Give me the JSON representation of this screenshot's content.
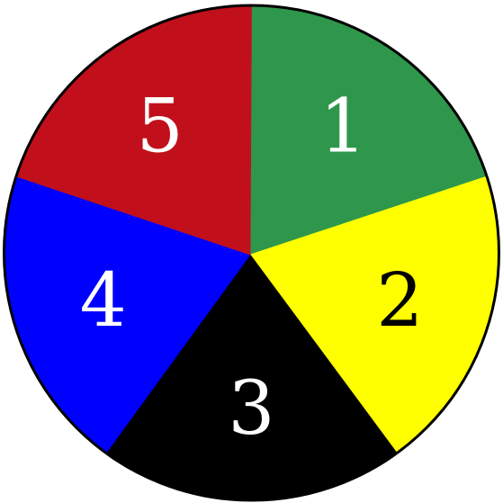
{
  "spinner": {
    "sectors": [
      {
        "label": "1",
        "fill": "#2e974b",
        "text_color": "#ffffff"
      },
      {
        "label": "2",
        "fill": "#ffff00",
        "text_color": "#000000"
      },
      {
        "label": "3",
        "fill": "#000000",
        "text_color": "#ffffff"
      },
      {
        "label": "4",
        "fill": "#0000ff",
        "text_color": "#ffffff"
      },
      {
        "label": "5",
        "fill": "#c1101c",
        "text_color": "#ffffff"
      }
    ],
    "outline_color": "#000000"
  }
}
